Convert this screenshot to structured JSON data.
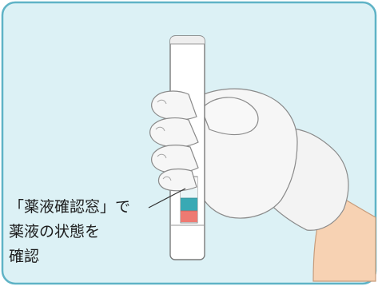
{
  "caption": {
    "line1": "「薬液確認窓」で",
    "line2": "薬液の状態を",
    "line3": "確認"
  },
  "colors": {
    "panel_fill": "#dcf1f5",
    "panel_border": "#5fb3c6",
    "glove": "#f4f4f4",
    "glove_outline": "#8a8a8a",
    "arm_skin": "#f7d2b3",
    "pen_body": "#ffffff",
    "window_band_teal": "#39a9b4",
    "window_band_coral": "#ee7a72"
  },
  "icons": [
    "gloved-hand",
    "injection-pen"
  ]
}
